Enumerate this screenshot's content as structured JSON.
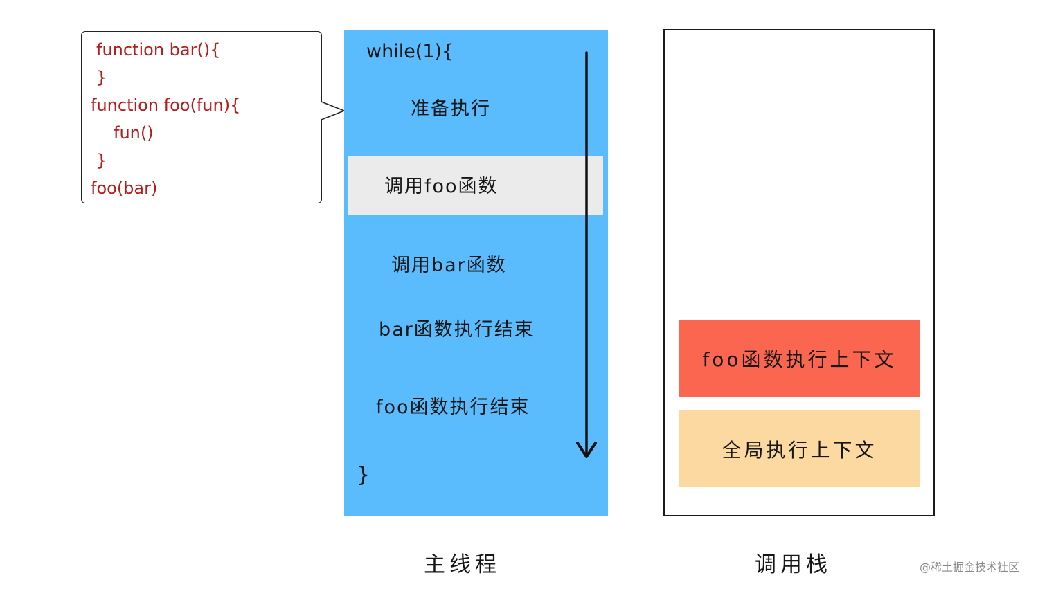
{
  "code": {
    "lines": [
      "function bar(){",
      "}",
      "function foo(fun){",
      "fun()",
      "}",
      "foo(bar)"
    ]
  },
  "main_thread": {
    "loop_open": "while(1){",
    "steps": [
      "准备执行",
      "调用foo函数",
      "调用bar函数",
      "bar函数执行结束",
      "foo函数执行结束"
    ],
    "loop_close": "}",
    "caption": "主线程"
  },
  "call_stack": {
    "frames": [
      "foo函数执行上下文",
      "全局执行上下文"
    ],
    "caption": "调用栈"
  },
  "watermark": "@稀土掘金技术社区",
  "colors": {
    "main_thread_bg": "#5abcfd",
    "highlight_band": "#ebebeb",
    "foo_frame": "#fb6650",
    "global_frame": "#fdd9a2",
    "code_text": "#b51c1c"
  }
}
